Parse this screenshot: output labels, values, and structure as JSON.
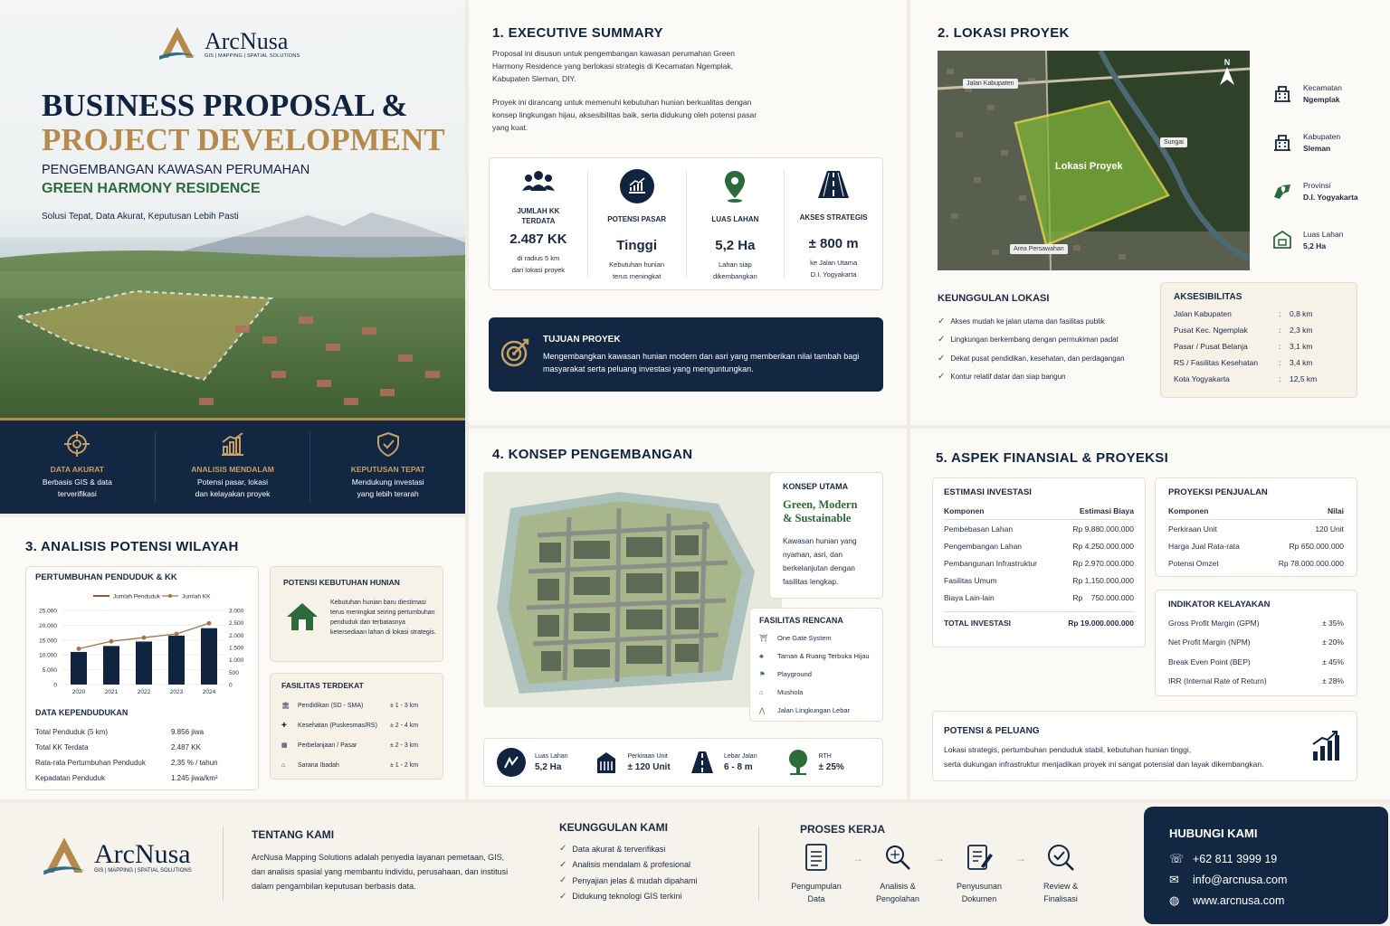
{
  "brand": {
    "name": "ArcNusa",
    "tagline": "GIS | MAPPING | SPATIAL SOLUTIONS"
  },
  "cover": {
    "title_line1": "BUSINESS PROPOSAL &",
    "title_line2": "PROJECT DEVELOPMENT",
    "subtitle1": "PENGEMBANGAN KAWASAN PERUMAHAN",
    "subtitle2": "GREEN HARMONY RESIDENCE",
    "slogan": "Solusi Tepat, Data Akurat, Keputusan Lebih Pasti",
    "features": [
      {
        "title": "DATA AKURAT",
        "desc1": "Berbasis GIS & data",
        "desc2": "terverifikasi",
        "icon": "target-icon"
      },
      {
        "title": "ANALISIS MENDALAM",
        "desc1": "Potensi pasar, lokasi",
        "desc2": "dan kelayakan proyek",
        "icon": "bar-chart-icon"
      },
      {
        "title": "KEPUTUSAN TEPAT",
        "desc1": "Mendukung investasi",
        "desc2": "yang lebih terarah",
        "icon": "shield-check-icon"
      }
    ]
  },
  "exec": {
    "title": "1.  EXECUTIVE SUMMARY",
    "p1": "Proposal ini disusun untuk pengembangan kawasan perumahan Green Harmony Residence yang berlokasi strategis di Kecamatan Ngemplak, Kabupaten Sleman, DIY.",
    "p2": "Proyek ini dirancang untuk memenuhi kebutuhan hunian berkualitas dengan konsep lingkungan hijau, aksesibilitas baik, serta didukung oleh potensi pasar yang kuat.",
    "stats": [
      {
        "label": "JUMLAH KK TERDATA",
        "value": "2.487 KK",
        "note1": "di radius 5 km",
        "note2": "dari lokasi proyek",
        "icon": "people-icon"
      },
      {
        "label": "POTENSI PASAR",
        "value": "Tinggi",
        "note1": "Kebutuhan hunian",
        "note2": "terus meningkat",
        "icon": "trend-icon"
      },
      {
        "label": "LUAS LAHAN",
        "value": "5,2 Ha",
        "note1": "Lahan siap",
        "note2": "dikembangkan",
        "icon": "pin-icon"
      },
      {
        "label": "AKSES STRATEGIS",
        "value": "± 800 m",
        "note1": "ke Jalan Utama",
        "note2": "D.I. Yogyakarta",
        "icon": "road-icon"
      }
    ],
    "goal_title": "TUJUAN PROYEK",
    "goal_text": "Mengembangkan kawasan hunian modern dan asri yang memberikan nilai tambah bagi masyarakat serta peluang investasi yang menguntungkan."
  },
  "lokasi": {
    "title": "2.  LOKASI PROYEK",
    "map_labels": {
      "road": "Jalan Kabupaten",
      "river": "Sungai",
      "site": "Lokasi Proyek",
      "farm": "Area Persawahan",
      "north": "N"
    },
    "admin": [
      {
        "k": "Kecamatan",
        "v": "Ngemplak"
      },
      {
        "k": "Kabupaten",
        "v": "Sleman"
      },
      {
        "k": "Provinsi",
        "v": "D.I. Yogyakarta"
      },
      {
        "k": "Luas Lahan",
        "v": "5,2 Ha"
      }
    ],
    "keunggulan_title": "KEUNGGULAN LOKASI",
    "keunggulan": [
      "Akses mudah ke jalan utama dan fasilitas publik",
      "Lingkungan berkembang dengan permukiman padat",
      "Dekat pusat pendidikan, kesehatan, dan perdagangan",
      "Kontur relatif datar dan siap bangun"
    ],
    "akses_title": "AKSESIBILITAS",
    "akses": [
      {
        "k": "Jalan Kabupaten",
        "v": "0,8 km"
      },
      {
        "k": "Pusat Kec. Ngemplak",
        "v": "2,3 km"
      },
      {
        "k": "Pasar / Pusat Belanja",
        "v": "3,1 km"
      },
      {
        "k": "RS / Fasilitas Kesehatan",
        "v": "3,4 km"
      },
      {
        "k": "Kota Yogyakarta",
        "v": "12,5 km"
      }
    ]
  },
  "analisis": {
    "title": "3.  ANALISIS POTENSI WILAYAH",
    "chart_title": "PERTUMBUHAN PENDUDUK & KK",
    "demo_title": "DATA KEPENDUDUKAN",
    "demo": [
      {
        "k": "Total Penduduk (5 km)",
        "v": "9.856 jiwa"
      },
      {
        "k": "Total KK Terdata",
        "v": "2.487 KK"
      },
      {
        "k": "Rata-rata Pertumbuhan Penduduk",
        "v": "2,35 % / tahun"
      },
      {
        "k": "Kepadatan Penduduk",
        "v": "1.245 jiwa/km²"
      }
    ],
    "need_title": "POTENSI KEBUTUHAN HUNIAN",
    "need_text": "Kebutuhan hunian baru diestimasi terus meningkat seiring pertumbuhan penduduk dan terbatasnya ketersediaan lahan di lokasi strategis.",
    "fac_title": "FASILITAS TERDEKAT",
    "fac": [
      {
        "k": "Pendidikan (SD - SMA)",
        "v": "± 1 - 3 km"
      },
      {
        "k": "Kesehatan (Puskesmas/RS)",
        "v": "± 2 - 4 km"
      },
      {
        "k": "Perbelanjaan / Pasar",
        "v": "± 2 - 3 km"
      },
      {
        "k": "Sarana Ibadah",
        "v": "± 1 - 2 km"
      }
    ]
  },
  "chart_data": {
    "type": "bar",
    "title": "PERTUMBUHAN PENDUDUK & KK",
    "categories": [
      "2020",
      "2021",
      "2022",
      "2023",
      "2024"
    ],
    "series": [
      {
        "name": "Jumlah Penduduk",
        "type": "bar",
        "values": [
          11000,
          13000,
          14500,
          16500,
          19000
        ]
      },
      {
        "name": "Jumlah KK",
        "type": "line",
        "values": [
          1450,
          1750,
          1900,
          2050,
          2480
        ]
      }
    ],
    "y_left": {
      "ticks": [
        "0",
        "5.000",
        "10.000",
        "15.000",
        "20.000",
        "25.000"
      ],
      "range": [
        0,
        25000
      ]
    },
    "y_right": {
      "ticks": [
        "0",
        "500",
        "1.000",
        "1.500",
        "2.000",
        "2.500",
        "3.000"
      ],
      "range": [
        0,
        3000
      ]
    },
    "legend": "top"
  },
  "konsep": {
    "title": "4.  KONSEP PENGEMBANGAN",
    "main_title": "KONSEP UTAMA",
    "main_head1": "Green, Modern",
    "main_head2": "& Sustainable",
    "main_text": "Kawasan hunian yang nyaman, asri, dan berkelanjutan dengan fasilitas lengkap.",
    "fac_title": "FASILITAS RENCANA",
    "fac": [
      "One Gate System",
      "Taman & Ruang Terbuka Hijau",
      "Playground",
      "Mushola",
      "Jalan Lingkungan Lebar"
    ],
    "specs": [
      {
        "k": "Luas Lahan",
        "v": "5,2 Ha"
      },
      {
        "k": "Perkiraan Unit",
        "v": "± 120 Unit"
      },
      {
        "k": "Lebar Jalan",
        "v": "6 - 8 m"
      },
      {
        "k": "RTH",
        "v": "± 25%"
      }
    ]
  },
  "finansial": {
    "title": "5.  ASPEK FINANSIAL & PROYEKSI",
    "inv_title": "ESTIMASI INVESTASI",
    "inv_h1": "Komponen",
    "inv_h2": "Estimasi Biaya",
    "inv": [
      {
        "k": "Pembebasan Lahan",
        "v": "Rp 9.880.000.000"
      },
      {
        "k": "Pengembangan Lahan",
        "v": "Rp 4.250.000.000"
      },
      {
        "k": "Pembangunan Infrastruktur",
        "v": "Rp 2.970.000.000"
      },
      {
        "k": "Fasilitas Umum",
        "v": "Rp 1.150.000.000"
      },
      {
        "k": "Biaya Lain-lain",
        "v": "Rp    750.000.000"
      }
    ],
    "inv_total_k": "TOTAL INVESTASI",
    "inv_total_v": "Rp 19.000.000.000",
    "sales_title": "PROYEKSI PENJUALAN",
    "sales_h1": "Komponen",
    "sales_h2": "Nilai",
    "sales": [
      {
        "k": "Perkiraan Unit",
        "v": "120 Unit"
      },
      {
        "k": "Harga Jual Rata-rata",
        "v": "Rp 650.000.000"
      },
      {
        "k": "Potensi Omzet",
        "v": "Rp 78.000.000.000"
      }
    ],
    "ind_title": "INDIKATOR KELAYAKAN",
    "ind": [
      {
        "k": "Gross Profit Margin (GPM)",
        "v": "± 35%"
      },
      {
        "k": "Net Profit Margin (NPM)",
        "v": "± 20%"
      },
      {
        "k": "Break Even Point (BEP)",
        "v": "± 45%"
      },
      {
        "k": "IRR (Internal Rate of Return)",
        "v": "± 28%"
      }
    ],
    "peluang_title": "POTENSI & PELUANG",
    "peluang_text1": "Lokasi strategis, pertumbuhan penduduk stabil, kebutuhan hunian tinggi,",
    "peluang_text2": "serta dukungan infrastruktur menjadikan proyek ini sangat potensial dan layak dikembangkan."
  },
  "footer": {
    "about_title": "TENTANG KAMI",
    "about_text": "ArcNusa Mapping Solutions adalah penyedia layanan pemetaan, GIS, dan analisis spasial yang membantu individu, perusahaan, dan institusi dalam pengambilan keputusan berbasis data.",
    "adv_title": "KEUNGGULAN KAMI",
    "adv": [
      "Data akurat & terverifikasi",
      "Analisis mendalam & profesional",
      "Penyajian jelas & mudah dipahami",
      "Didukung teknologi GIS terkini"
    ],
    "proc_title": "PROSES KERJA",
    "proc": [
      {
        "l1": "Pengumpulan",
        "l2": "Data"
      },
      {
        "l1": "Analisis &",
        "l2": "Pengolahan"
      },
      {
        "l1": "Penyusunan",
        "l2": "Dokumen"
      },
      {
        "l1": "Review &",
        "l2": "Finalisasi"
      }
    ],
    "contact_title": "HUBUNGI KAMI",
    "phone": "+62 811 3999 19",
    "email": "info@arcnusa.com",
    "web": "www.arcnusa.com"
  },
  "colors": {
    "navy": "#102440",
    "gold": "#b58a4b",
    "green": "#2e6b3a",
    "cream": "#fbfaf6"
  }
}
